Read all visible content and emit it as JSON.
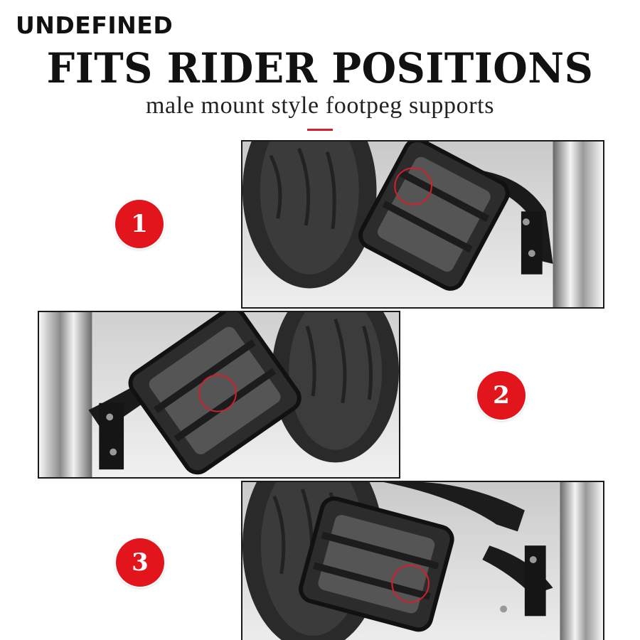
{
  "brand": "UNDEFINED",
  "headline": "FITS RIDER POSITIONS",
  "subhead": "male mount style footpeg supports",
  "colors": {
    "accent": "#d4202a",
    "badge": "#e2141c",
    "text": "#111111"
  },
  "positions": [
    {
      "label": "1",
      "photo_icon": "footpeg-photo"
    },
    {
      "label": "2",
      "photo_icon": "footpeg-photo"
    },
    {
      "label": "3",
      "photo_icon": "footpeg-photo"
    }
  ]
}
